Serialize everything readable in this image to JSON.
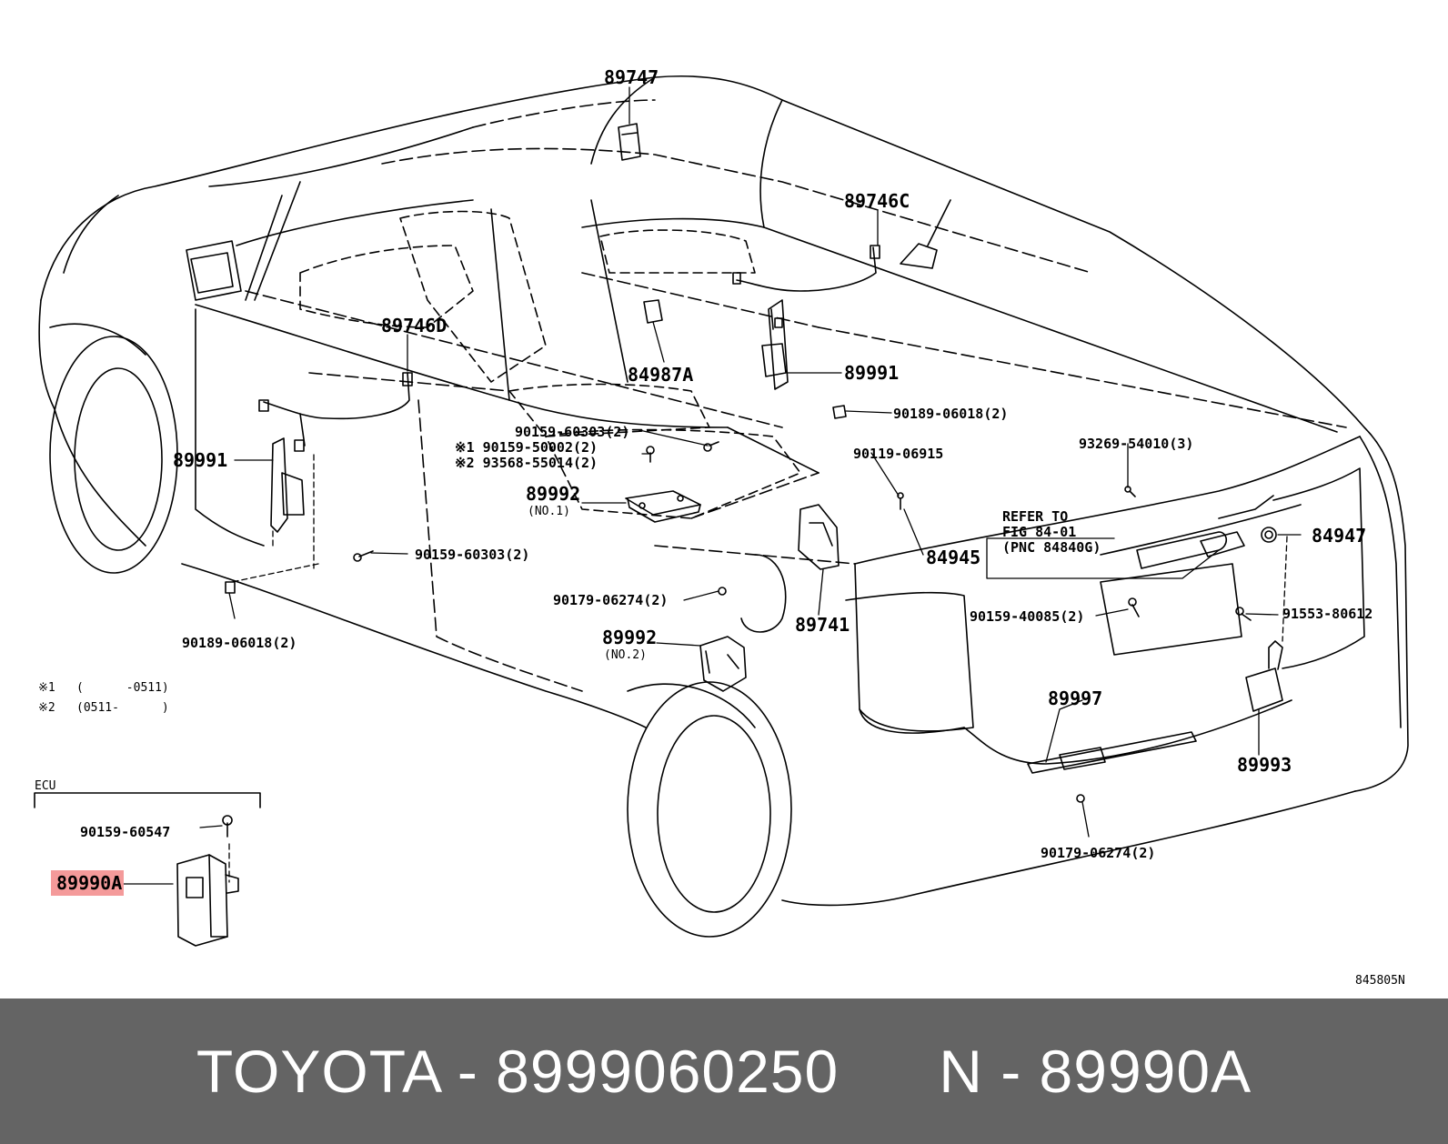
{
  "diagram_id": "845805N",
  "legend_notes": [
    {
      "mark": "※1",
      "range": "(      -0511)"
    },
    {
      "mark": "※2",
      "range": "(0511-      )"
    }
  ],
  "ecu_group_label": "ECU",
  "highlighted_part": "89990A",
  "callouts": {
    "p89747": "89747",
    "p89746C": "89746C",
    "p89746D": "89746D",
    "p84987A": "84987A",
    "p89991_r": "89991",
    "p89991_l": "89991",
    "p90189_r": "90189-06018(2)",
    "p90189_l": "90189-06018(2)",
    "p90159_60303_a": "90159-60303(2)",
    "p90159_60303_b": "90159-60303(2)",
    "p90159_50002": "※1 90159-50002(2)",
    "p93568_55014": "※2 93568-55014(2)",
    "p90119_06915": "90119-06915",
    "p93269_54010": "93269-54010(3)",
    "p89992_1": "89992",
    "p89992_1_sub": "(NO.1)",
    "p89992_2": "89992",
    "p89992_2_sub": "(NO.2)",
    "p84945": "84945",
    "p84947": "84947",
    "p90179_a": "90179-06274(2)",
    "p90179_b": "90179-06274(2)",
    "p89741": "89741",
    "p90159_40085": "90159-40085(2)",
    "p91553_80612": "91553-80612",
    "p89997": "89997",
    "p89993": "89993",
    "p90159_60547": "90159-60547",
    "p89990A": "89990A",
    "refer_line1": "REFER TO",
    "refer_line2": "FIG 84-01",
    "refer_line3": "(PNC 84840G)"
  },
  "footer": {
    "left": "TOYOTA - 8999060250",
    "right": "N - 89990A"
  },
  "colors": {
    "footer_bg": "#646464",
    "footer_text": "#ffffff",
    "highlight": "#f49a9a"
  }
}
